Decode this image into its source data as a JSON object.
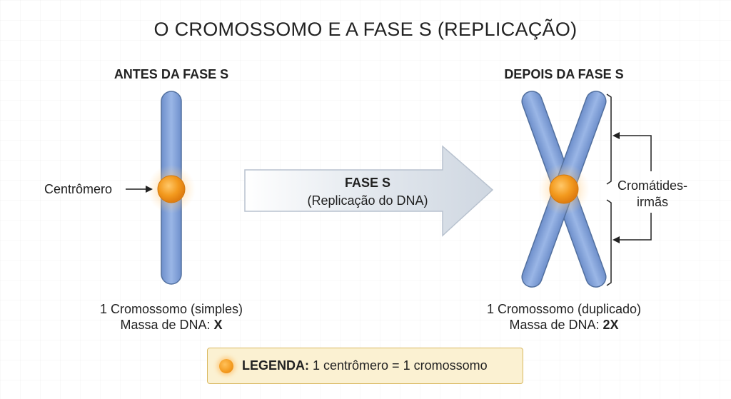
{
  "title": "O CROMOSSOMO E A FASE S (REPLICAÇÃO)",
  "left": {
    "heading": "ANTES DA FASE S",
    "label_centromere": "Centrômero",
    "caption_line1": "1 Cromossomo (simples)",
    "caption_line2_prefix": "Massa de DNA: ",
    "caption_line2_value": "X"
  },
  "arrow": {
    "label_bold": "FASE S",
    "label_sub": "(Replicação do DNA)"
  },
  "right": {
    "heading": "DEPOIS DA FASE S",
    "label_sister_1": "Cromátides-",
    "label_sister_2": "irmãs",
    "caption_line1": "1 Cromossomo (duplicado)",
    "caption_line2_prefix": "Massa de DNA: ",
    "caption_line2_value": "2X"
  },
  "legend": {
    "label_bold": "LEGENDA:",
    "label_text": " 1 centrômero = 1 cromossomo"
  },
  "colors": {
    "chromosome": "#7f9fd6",
    "chromosome_edge": "#52709f",
    "centromere": "#f39a1e",
    "arrow": "#d6dde6",
    "legend_bg": "#fbf1d2"
  }
}
